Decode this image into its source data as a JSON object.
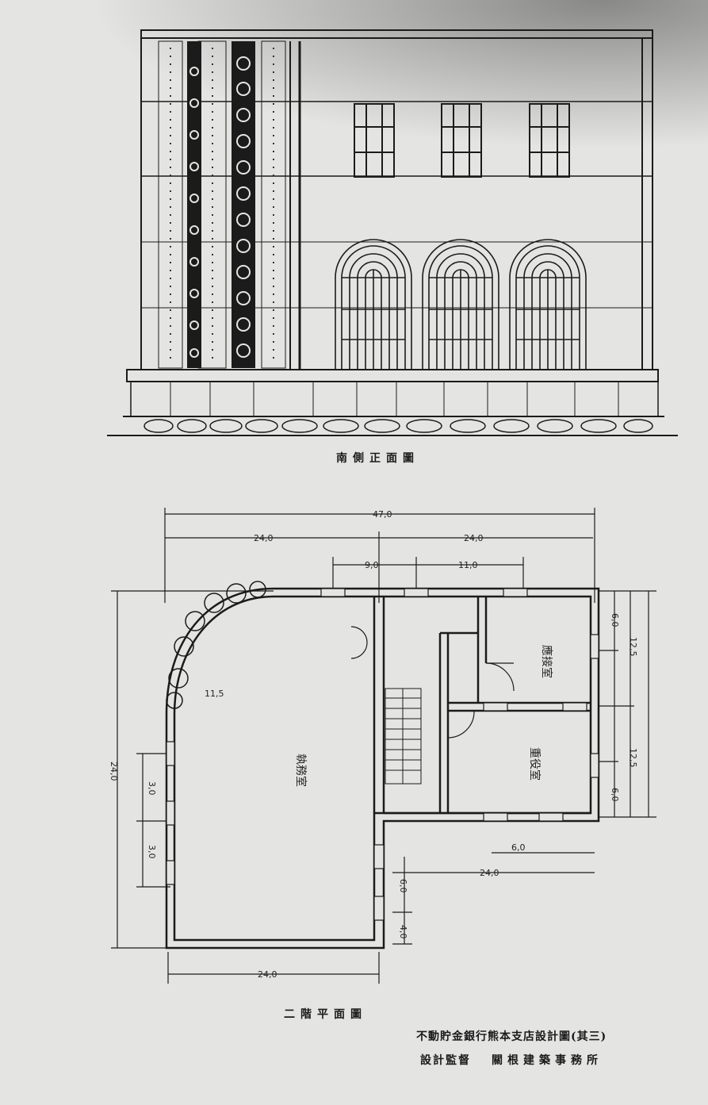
{
  "elevation": {
    "caption": "南側正面圖"
  },
  "plan": {
    "caption": "二階平面圖",
    "rooms": {
      "main_hall": "執務室",
      "room_upper_right": "應接室",
      "room_lower_right": "重役室"
    },
    "dimensions": {
      "overall_width": "47,0",
      "left_half": "24,0",
      "right_half": "24,0",
      "span_a": "9,0",
      "span_b": "11,0",
      "inner_width": "11,5",
      "height_left": "24,0",
      "height_right_top": "12,5",
      "height_right_bottom": "12,5",
      "seg_6_top": "6,0",
      "seg_6_bottom": "6,0",
      "side_a": "3,0",
      "side_b": "3,0",
      "lower_right_small": "6,0",
      "lower_right_wide": "24,0",
      "lower_vert_a": "6,0",
      "lower_vert_b": "4,0",
      "bottom_width": "24,0"
    }
  },
  "credits": {
    "title": "不動貯金銀行熊本支店設計圖(其三)",
    "supervision_label": "設計監督",
    "office": "關根建築事務所"
  }
}
